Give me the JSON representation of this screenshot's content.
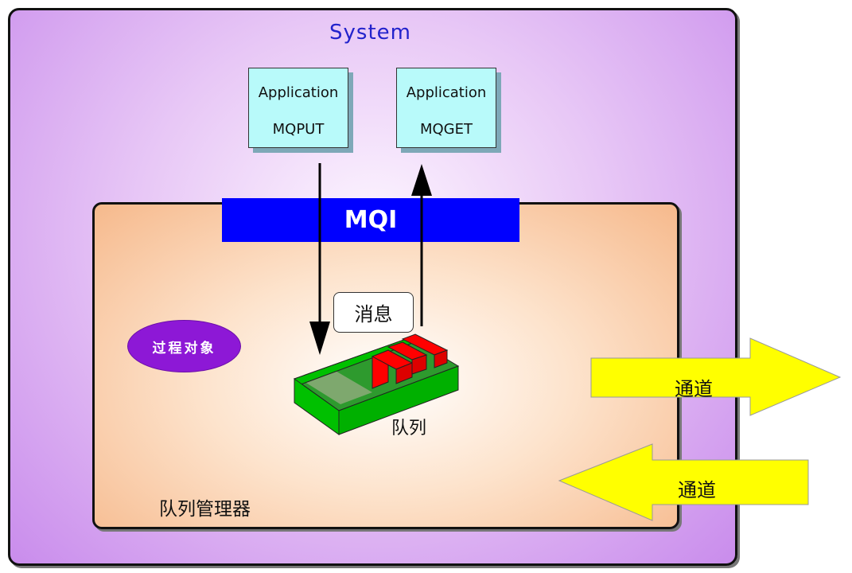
{
  "system": {
    "title": "System"
  },
  "apps": {
    "put": {
      "line1": "Application",
      "line2": "MQPUT"
    },
    "get": {
      "line1": "Application",
      "line2": "MQGET"
    }
  },
  "mqi": {
    "label": "MQI"
  },
  "queue_manager": {
    "label": "队列管理器",
    "process_object": "过程对象",
    "message": "消息",
    "queue": "队列"
  },
  "channels": {
    "outbound": "通道",
    "inbound": "通道"
  },
  "colors": {
    "system_fill": "#d9b0f2",
    "app_fill": "#b8fafa",
    "mqi_fill": "#0000ff",
    "qm_fill": "#f6b98c",
    "process_fill": "#8d18d6",
    "queue_green": "#00c000",
    "message_red": "#ff0000",
    "channel_fill": "#ffff00"
  }
}
